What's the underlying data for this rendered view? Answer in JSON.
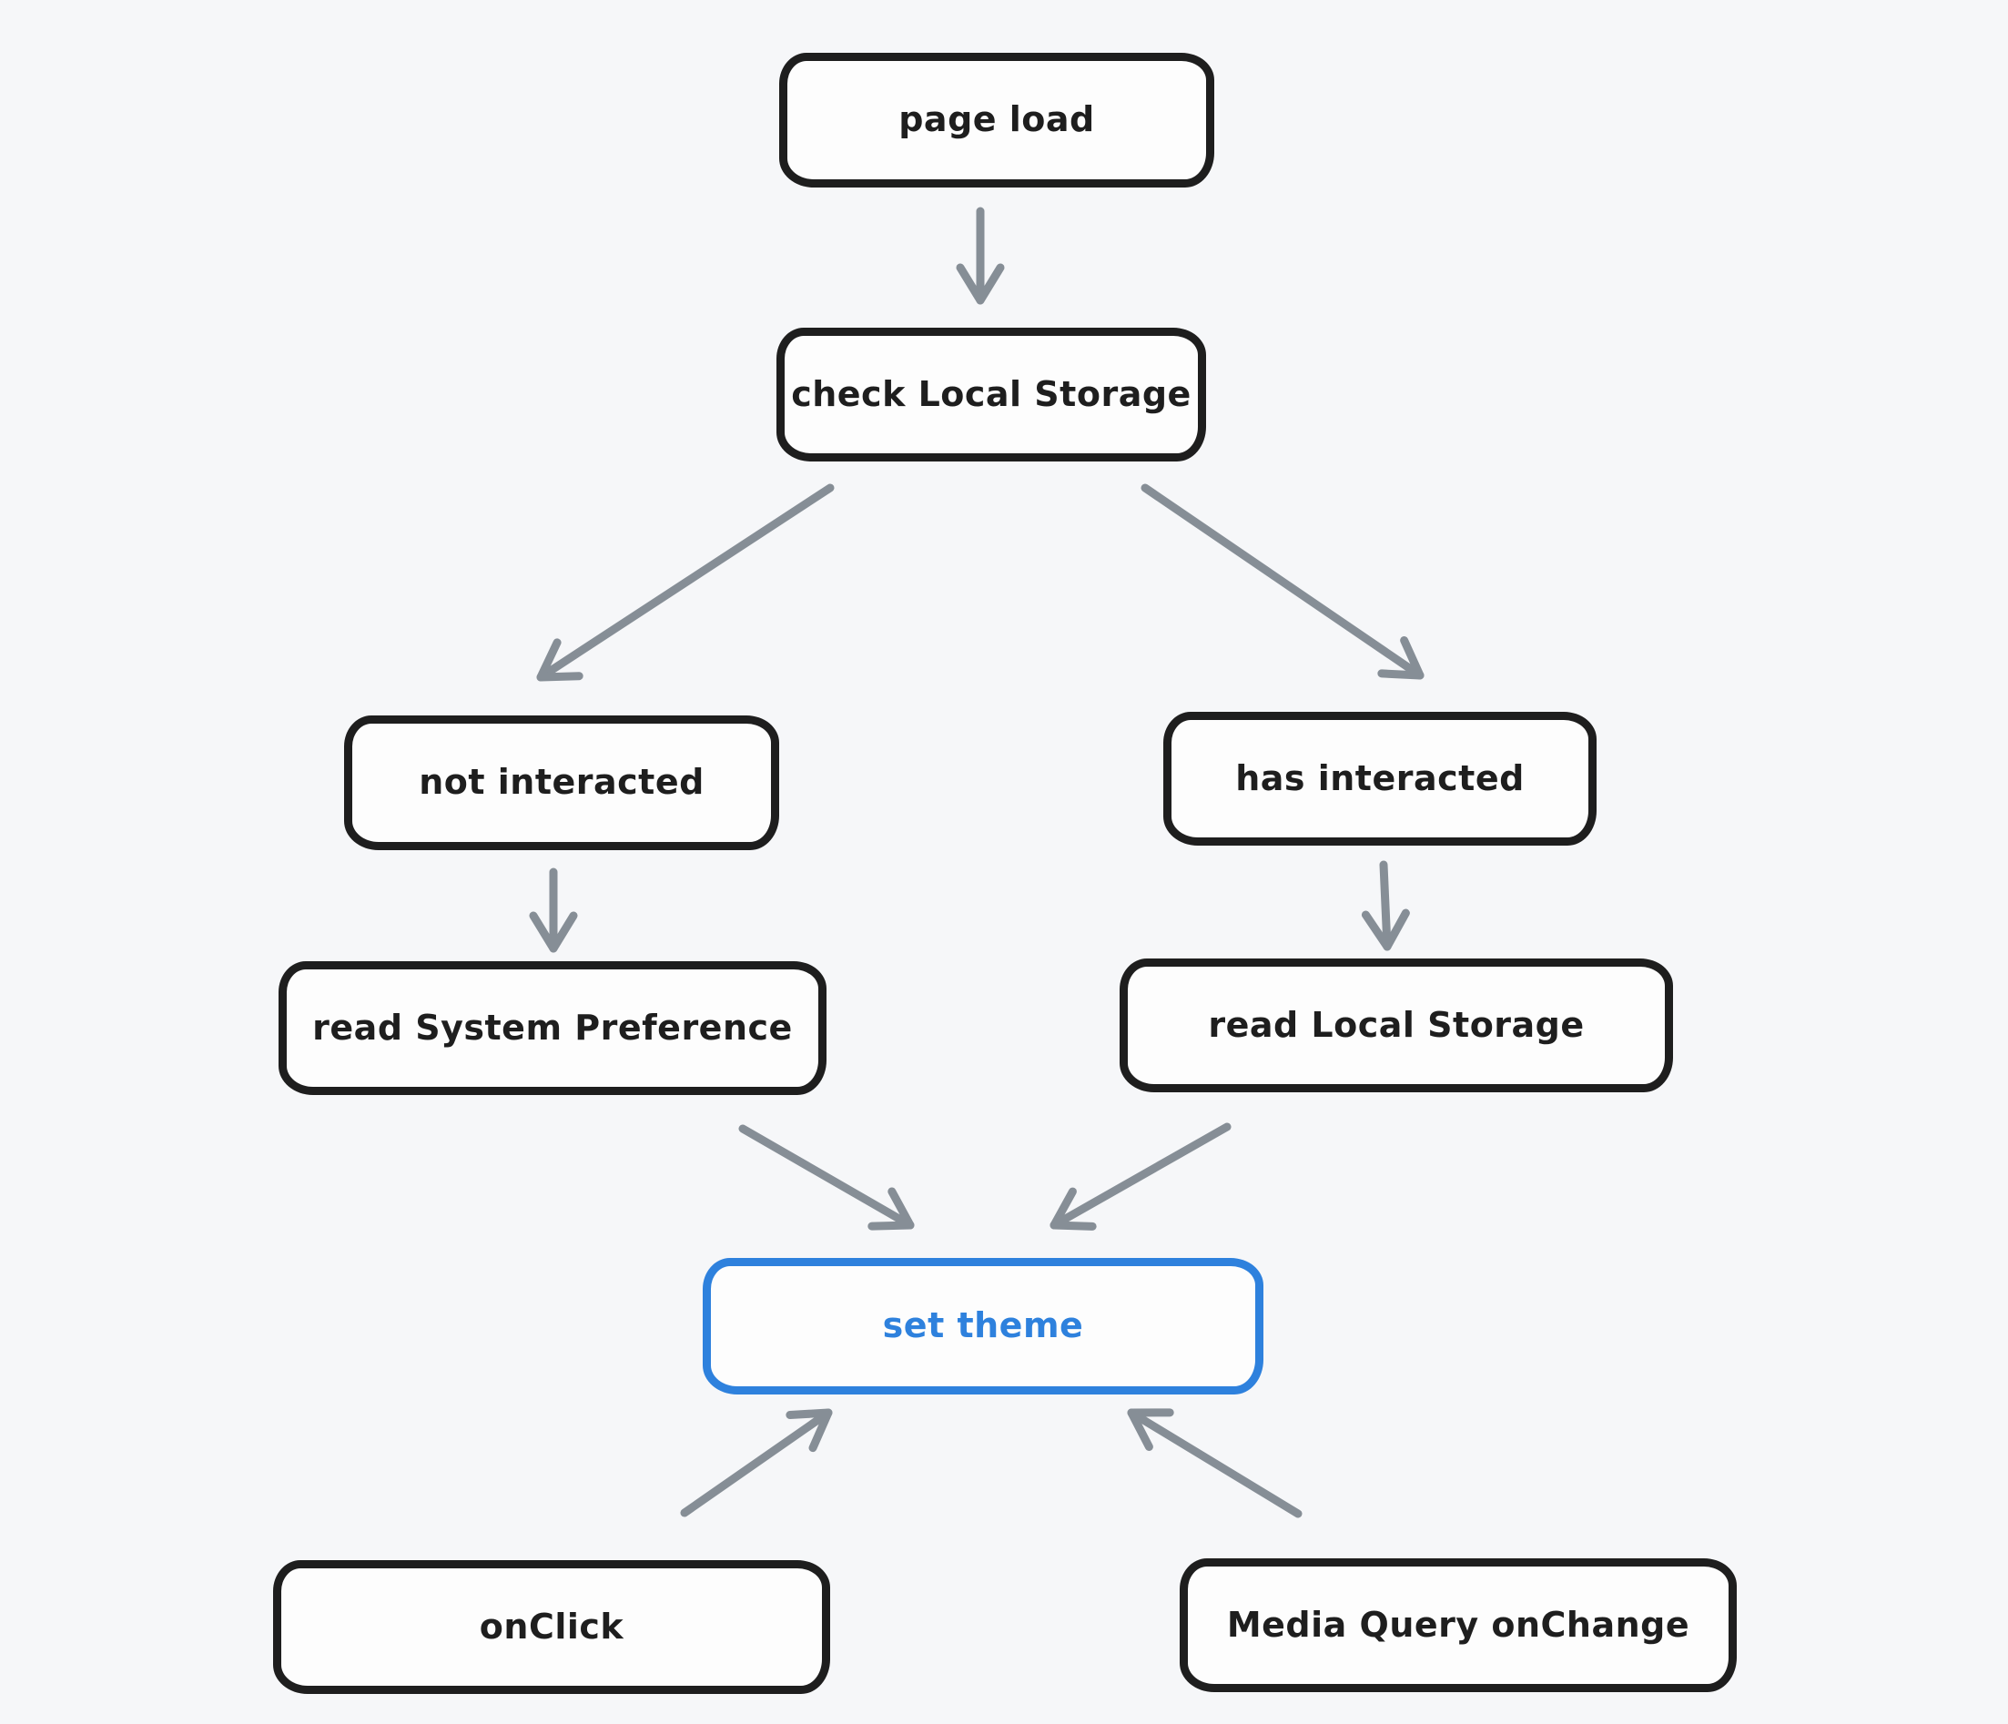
{
  "diagram": {
    "type": "flowchart",
    "background": "#f6f7f9",
    "colors": {
      "node_stroke": "#1e1e1e",
      "node_fill": "#fdfdfd",
      "arrow": "#868e96",
      "accent": "#2e81dd"
    },
    "nodes": [
      {
        "id": "page-load",
        "label": "page load",
        "accent": false
      },
      {
        "id": "check-local-storage",
        "label": "check Local Storage",
        "accent": false
      },
      {
        "id": "not-interacted",
        "label": "not interacted",
        "accent": false
      },
      {
        "id": "has-interacted",
        "label": "has interacted",
        "accent": false
      },
      {
        "id": "read-system-preference",
        "label": "read System Preference",
        "accent": false
      },
      {
        "id": "read-local-storage",
        "label": "read Local Storage",
        "accent": false
      },
      {
        "id": "set-theme",
        "label": "set theme",
        "accent": true
      },
      {
        "id": "onclick",
        "label": "onClick",
        "accent": false
      },
      {
        "id": "media-query-onchange",
        "label": "Media Query onChange",
        "accent": false
      }
    ],
    "edges": [
      {
        "from": "page-load",
        "to": "check-local-storage"
      },
      {
        "from": "check-local-storage",
        "to": "not-interacted"
      },
      {
        "from": "check-local-storage",
        "to": "has-interacted"
      },
      {
        "from": "not-interacted",
        "to": "read-system-preference"
      },
      {
        "from": "has-interacted",
        "to": "read-local-storage"
      },
      {
        "from": "read-system-preference",
        "to": "set-theme"
      },
      {
        "from": "read-local-storage",
        "to": "set-theme"
      },
      {
        "from": "onclick",
        "to": "set-theme"
      },
      {
        "from": "media-query-onchange",
        "to": "set-theme"
      }
    ]
  }
}
